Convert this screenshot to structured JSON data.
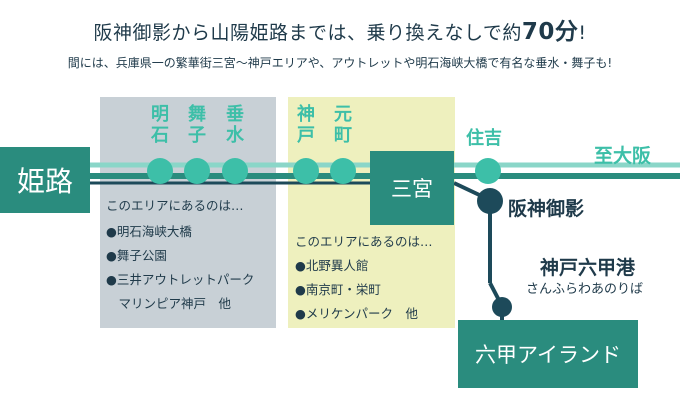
{
  "header": {
    "title_pre": "阪神御影から山陽姫路までは、乗り換えなしで約",
    "title_time": "70分",
    "title_post": "!",
    "subtitle": "間には、兵庫県一の繁華街三宮〜神戸エリアや、アウトレットや明石海峡大橋で有名な垂水・舞子も!"
  },
  "stations": {
    "himeji": "姫路",
    "akashi": "明石",
    "maiko": "舞子",
    "tarumi": "垂水",
    "kobe": "神戸",
    "motomachi": "元町",
    "sannomiya": "三宮",
    "sumiyoshi": "住吉",
    "mikage": "阪神御影",
    "rokko_liner_station": "神戸六甲港",
    "rokko_liner_sub": "さんふらわあのりば",
    "rokko_island": "六甲アイランド",
    "to_osaka": "至大阪"
  },
  "west_area": {
    "heading": "このエリアにあるのは…",
    "items": [
      "●明石海峡大橋",
      "●舞子公園",
      "●三井アウトレットパーク",
      "　マリンピア神戸　他"
    ]
  },
  "kobe_area": {
    "heading": "このエリアにあるのは…",
    "items": [
      "●北野異人館",
      "●南京町・栄町",
      "●メリケンパーク　他"
    ]
  },
  "colors": {
    "line_main": "#2a8c7e",
    "line_light": "#8ad6c8",
    "station_dot": "#3dbfa8",
    "box": "#2a8c7e",
    "branch": "#1d4a5a",
    "west_panel": "#c8d0d6",
    "kobe_panel": "#eef0be"
  }
}
